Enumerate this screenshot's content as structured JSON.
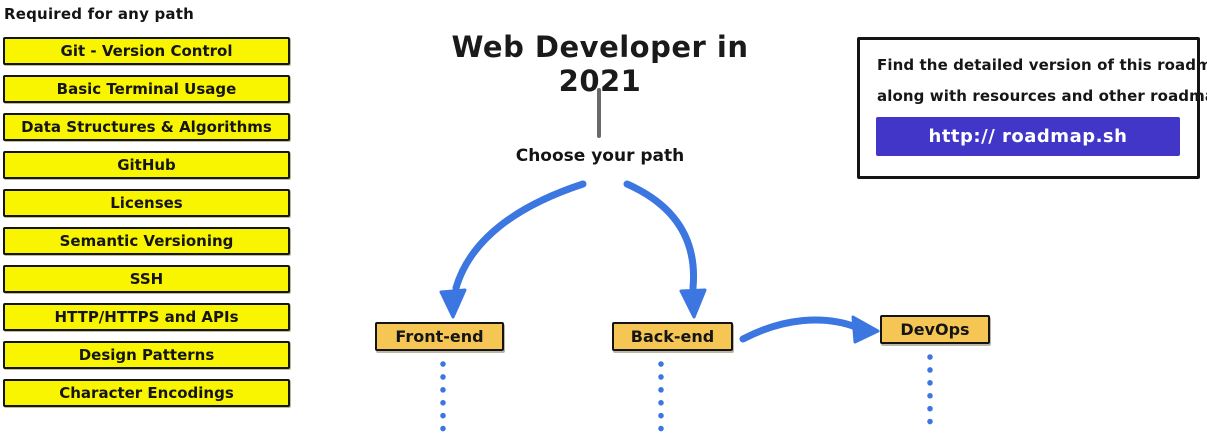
{
  "title": "Web Developer in 2021",
  "sidebar": {
    "header": "Required for any path",
    "items": [
      "Git - Version Control",
      "Basic Terminal Usage",
      "Data Structures & Algorithms",
      "GitHub",
      "Licenses",
      "Semantic Versioning",
      "SSH",
      "HTTP/HTTPS and APIs",
      "Design Patterns",
      "Character Encodings"
    ]
  },
  "flow": {
    "choose_label": "Choose your path",
    "nodes": [
      {
        "label": "Front-end"
      },
      {
        "label": "Back-end"
      },
      {
        "label": "DevOps"
      }
    ]
  },
  "info_box": {
    "line1": "Find the detailed version of this roadmap",
    "line2": "along with resources and other roadmaps",
    "button_label": "http:// roadmap.sh"
  },
  "colors": {
    "topic_yellow": "#f9f500",
    "node_orange": "#f6c654",
    "arrow_blue": "#3b76e1",
    "button_purple": "#4136c8",
    "stem_gray": "#6a6a6a",
    "border_black": "#141414"
  }
}
